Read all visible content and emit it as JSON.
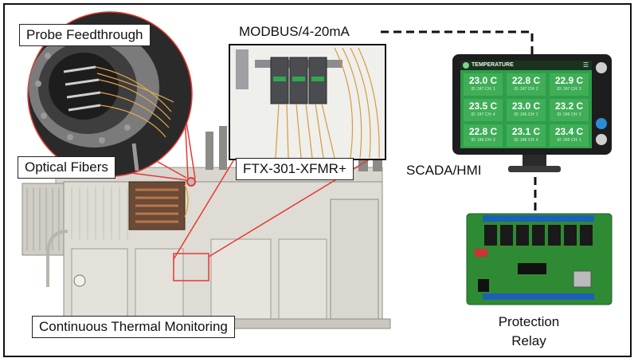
{
  "labels": {
    "probe_feedthrough": "Probe Feedthrough",
    "optical_fibers": "Optical Fibers",
    "modbus": "MODBUS/4-20mA",
    "ftx": "FTX-301-XFMR+",
    "scada": "SCADA/HMI",
    "continuous": "Continuous Thermal Monitoring",
    "protection": "Protection",
    "relay": "Relay"
  },
  "hmi": {
    "title": "TEMPERATURE",
    "tiles": [
      {
        "value": "23.0 C",
        "sub": "ID: 247 CH: 1"
      },
      {
        "value": "22.8 C",
        "sub": "ID: 247 CH: 2"
      },
      {
        "value": "22.9 C",
        "sub": "ID: 247 CH: 3"
      },
      {
        "value": "23.5 C",
        "sub": "ID: 247 CH: 4"
      },
      {
        "value": "23.0 C",
        "sub": "ID: 246 CH: 1"
      },
      {
        "value": "23.2 C",
        "sub": "ID: 246 CH: 2"
      },
      {
        "value": "22.8 C",
        "sub": "ID: 246 CH: 3"
      },
      {
        "value": "23.1 C",
        "sub": "ID: 246 CH: 4"
      },
      {
        "value": "23.4 C",
        "sub": "ID: 245 CH: 1"
      }
    ]
  },
  "colors": {
    "callout_red": "#e53935",
    "dashed_link": "#111111",
    "hmi_green": "#2e9e4a",
    "pcb_green": "#2f8a34"
  }
}
